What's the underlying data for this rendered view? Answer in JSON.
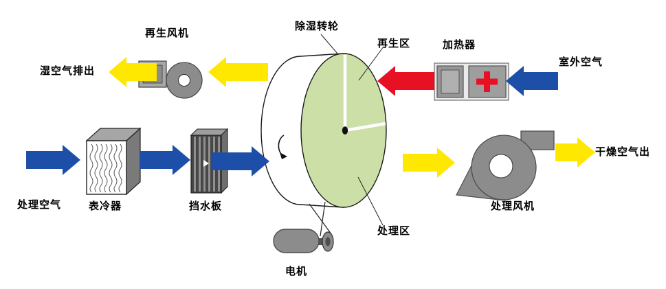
{
  "labels": {
    "regen_fan": "再生风机",
    "wheel": "除湿转轮",
    "regen_zone": "再生区",
    "heater": "加热器",
    "outdoor_air": "室外空气",
    "wet_air_out": "湿空气排出",
    "process_air": "处理空气",
    "surface_cooler": "表冷器",
    "water_baffle": "挡水板",
    "process_zone": "处理区",
    "process_fan": "处理风机",
    "dry_air_out": "干燥空气出",
    "motor": "电机"
  },
  "colors": {
    "blue": "#1e4fa8",
    "yellow": "#ffe800",
    "red": "#e81123",
    "green": "#ccdfa6",
    "gray": "#8c8c8c",
    "gray_dark": "#4d4d4d",
    "outline": "#1a1a1a",
    "bg": "#ffffff"
  }
}
